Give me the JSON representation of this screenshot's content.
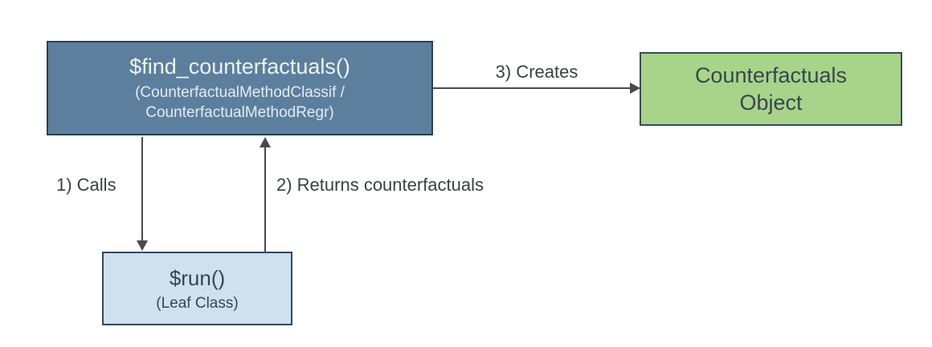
{
  "diagram": {
    "background": "#ffffff",
    "arrow_color": "#4a4a4a",
    "nodes": {
      "find_counterfactuals": {
        "title": "$find_counterfactuals()",
        "subtitle_line1": "(CounterfactualMethodClassif /",
        "subtitle_line2": "CounterfactualMethodRegr)",
        "fill": "#5d7f9e",
        "border": "#2d3e50",
        "text_color": "#eef3f6"
      },
      "counterfactuals_object": {
        "title_line1": "Counterfactuals",
        "title_line2": "Object",
        "fill": "#a8d489",
        "border": "#3a4a5c",
        "text_color": "#374553"
      },
      "run": {
        "title": "$run()",
        "subtitle": "(Leaf Class)",
        "fill": "#cfe1ef",
        "border": "#34495e",
        "text_color": "#374553"
      }
    },
    "edges": {
      "calls": {
        "label": "1) Calls",
        "direction": "down"
      },
      "returns": {
        "label": "2) Returns counterfactuals",
        "direction": "up"
      },
      "creates": {
        "label": "3) Creates",
        "direction": "right"
      }
    }
  }
}
